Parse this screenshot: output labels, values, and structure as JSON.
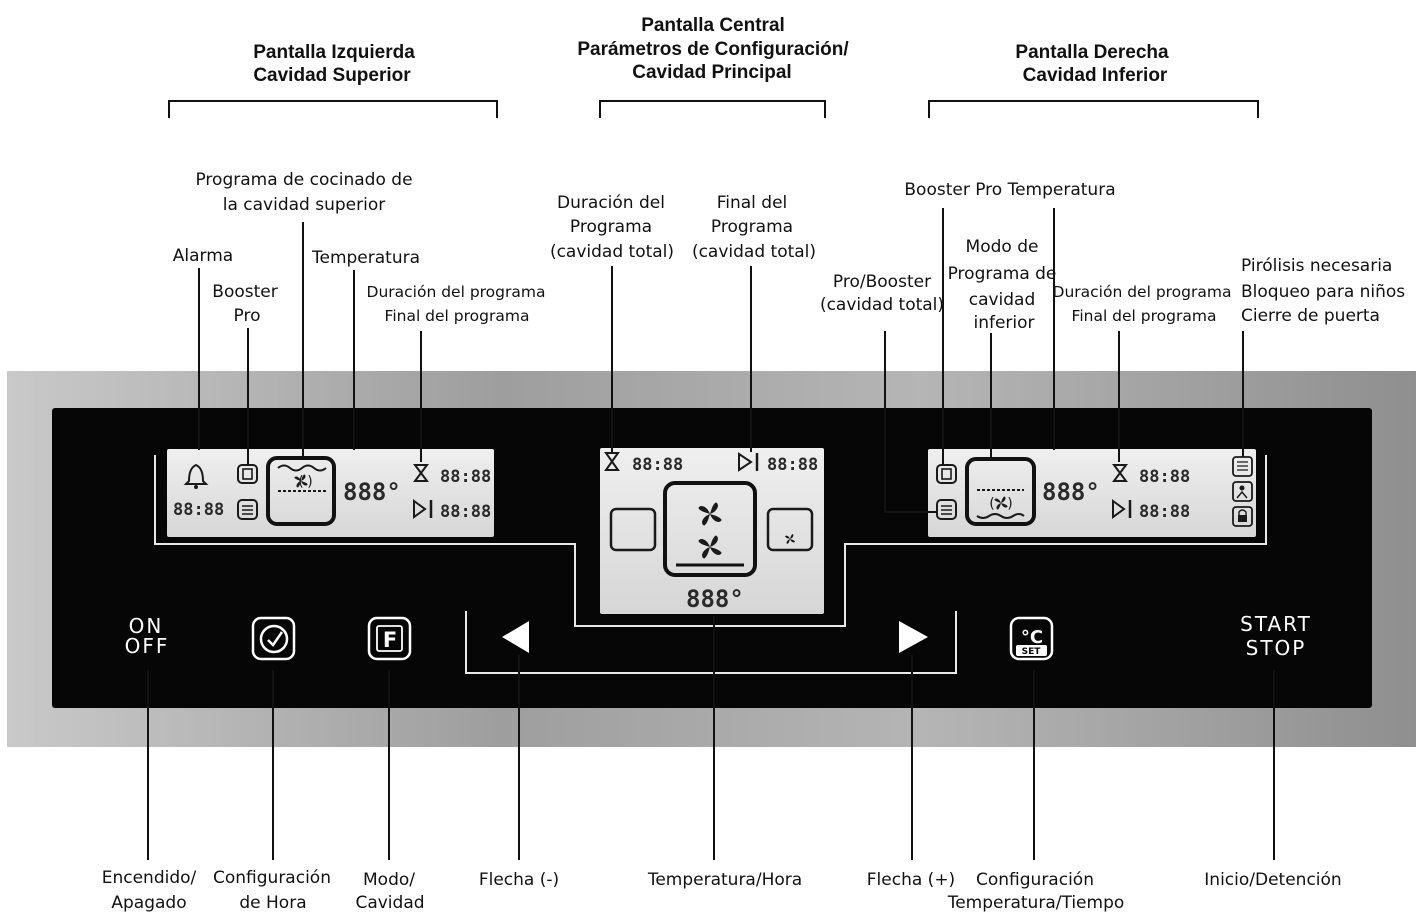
{
  "headers": {
    "left": {
      "line1": "Pantalla Izquierda",
      "line2": "Cavidad Superior"
    },
    "center": {
      "line1": "Pantalla Central",
      "line2": "Parámetros de Configuración/",
      "line3": "Cavidad Principal"
    },
    "right": {
      "line1": "Pantalla Derecha",
      "line2": "Cavidad Inferior"
    }
  },
  "left_labels": {
    "program_line1": "Programa de cocinado de",
    "program_line2": "la cavidad superior",
    "alarm": "Alarma",
    "booster_line1": "Booster",
    "booster_line2": "Pro",
    "temperature": "Temperatura",
    "duration_line1": "Duración del programa",
    "duration_line2": "Final del programa"
  },
  "center_labels": {
    "duration_line1": "Duración del",
    "duration_line2": "Programa",
    "duration_line3": "(cavidad total)",
    "end_line1": "Final del",
    "end_line2": "Programa",
    "end_line3": "(cavidad total)"
  },
  "right_labels": {
    "booster_temp": "Booster Pro Temperatura",
    "mode_line1": "Modo de",
    "mode_line2": "Programa de",
    "mode_line3": "cavidad",
    "mode_line4": "inferior",
    "probooster_line1": "Pro/Booster",
    "probooster_line2": "(cavidad total)",
    "duration_line1": "Duración del programa",
    "duration_line2": "Final del programa",
    "pyro_line1": "Pirólisis necesaria",
    "pyro_line2": "Bloqueo para niños",
    "pyro_line3": "Cierre de puerta"
  },
  "bottom_labels": {
    "onoff_line1": "Encendido/",
    "onoff_line2": "Apagado",
    "clock_line1": "Configuración",
    "clock_line2": "de Hora",
    "mode_line1": "Modo/",
    "mode_line2": "Cavidad",
    "minus": "Flecha (-)",
    "temp_time": "Temperatura/Hora",
    "plus": "Flecha (+)",
    "tempset_line1": "Configuración",
    "tempset_line2": "Temperatura/Tiempo",
    "startstop": "Inicio/Detención"
  },
  "panel_keys": {
    "on": "ON",
    "off": "OFF",
    "start": "START",
    "stop": "STOP",
    "mode_key": "F",
    "celsius_key": "°C",
    "set_key": "SET"
  },
  "display_readouts": {
    "left_clock": "88:88",
    "left_timer": "88:88",
    "left_end": "88:88",
    "left_temp": "888°",
    "center_timer": "88:88",
    "center_end": "88:88",
    "center_temp": "888°",
    "right_timer": "88:88",
    "right_end": "88:88",
    "right_temp": "888°"
  },
  "colors": {
    "panel_black": "#060606",
    "steel": "#a9a9a9",
    "lcd": "#e4e4e4",
    "ink": "#111111"
  },
  "icons": [
    "bell-icon",
    "booster-icon",
    "pro-icon",
    "oven-fan-icon",
    "hourglass-icon",
    "end-arrow-icon",
    "clock-icon",
    "arrow-left-icon",
    "arrow-right-icon",
    "pyrolysis-icon",
    "child-lock-icon",
    "door-lock-icon"
  ]
}
